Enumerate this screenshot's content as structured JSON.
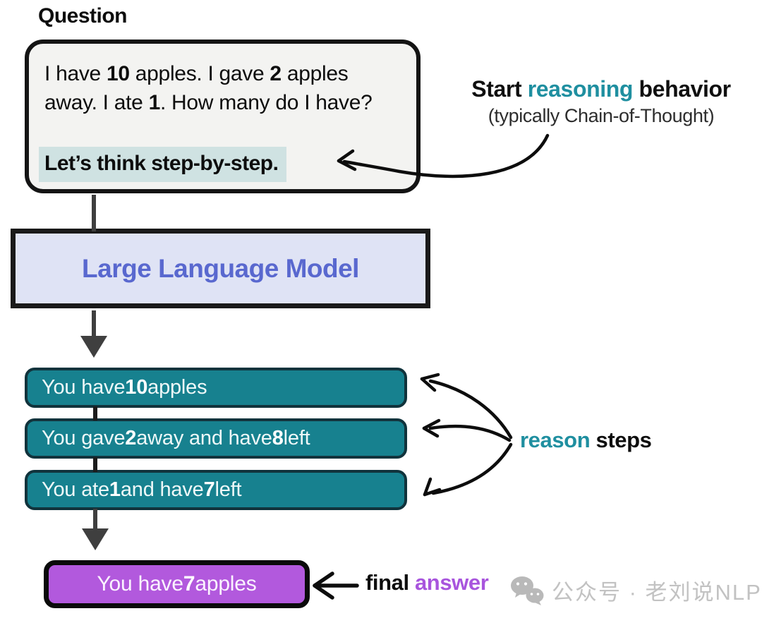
{
  "question_label": "Question",
  "question_box": {
    "line1": [
      {
        "text": "I have "
      },
      {
        "text": "10"
      },
      {
        "text": " apples. I gave "
      },
      {
        "text": "2"
      },
      {
        "text": " apples"
      }
    ],
    "line2": [
      {
        "text": "away. I ate "
      },
      {
        "text": "1"
      },
      {
        "text": ". How many do I have?"
      }
    ],
    "highlight": "Let’s think step-by-step."
  },
  "annotation": {
    "line1_start": "Start ",
    "line1_accent": "reasoning",
    "line1_end": " behavior",
    "line2": "(typically Chain-of-Thought)"
  },
  "llm_box": {
    "label": "Large Language Model"
  },
  "steps": [
    {
      "segments": [
        {
          "text": "You have "
        },
        {
          "text": "10"
        },
        {
          "text": " apples"
        }
      ]
    },
    {
      "segments": [
        {
          "text": "You gave "
        },
        {
          "text": "2"
        },
        {
          "text": " away and have "
        },
        {
          "text": "8"
        },
        {
          "text": " left"
        }
      ]
    },
    {
      "segments": [
        {
          "text": "You ate "
        },
        {
          "text": "1"
        },
        {
          "text": " and have "
        },
        {
          "text": "7"
        },
        {
          "text": " left"
        }
      ]
    }
  ],
  "reason_label": {
    "accent": "reason",
    "rest": " steps"
  },
  "final_box": {
    "segments": [
      {
        "text": "You have "
      },
      {
        "text": "7"
      },
      {
        "text": " apples"
      }
    ]
  },
  "final_label": {
    "start": "final ",
    "accent": "answer"
  },
  "watermark": {
    "icon": "wechat-icon",
    "text": "公众号 · 老刘说NLP"
  },
  "colors": {
    "teal_accent": "#1f8fa0",
    "purple_accent": "#a855dd",
    "step_box_fill": "#17818f",
    "step_box_border": "#11333c",
    "llm_box_fill": "#dfe3f5",
    "llm_box_text": "#5968cf",
    "final_box_fill": "#b259dd",
    "question_box_fill": "#f3f3f1",
    "highlight_fill": "#cfe2e2",
    "flow_arrow_gray": "#3f3f3f",
    "annotation_arrow_black": "#0d0d0d",
    "watermark_gray": "#c2c2c2"
  }
}
